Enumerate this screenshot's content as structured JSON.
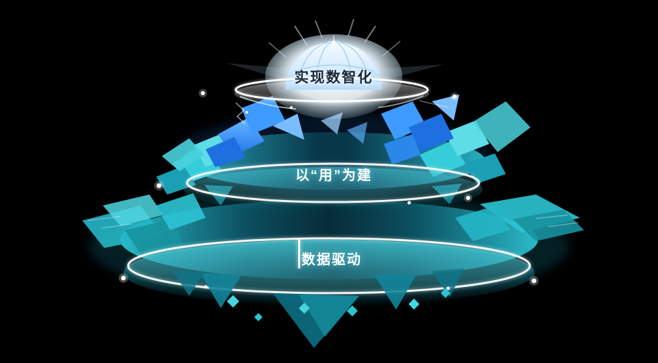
{
  "diagram": {
    "tiers": [
      {
        "id": "top",
        "label": "实现数智化"
      },
      {
        "id": "middle",
        "label": "以“用”为建"
      },
      {
        "id": "bottom",
        "label": "数据驱动"
      }
    ],
    "colors": {
      "background": "#000000",
      "teal": "#2cc4d4",
      "teal_light": "#5fdde6",
      "teal_dark": "#17929f",
      "blue": "#2e8cf5",
      "blue_dark": "#1e6fe0",
      "blue_light": "#79bdff",
      "ring_white": "#ffffff",
      "dome_fill": "#cfe9ff",
      "label_dark": "#17283d",
      "label_light": "#ffffff"
    }
  }
}
